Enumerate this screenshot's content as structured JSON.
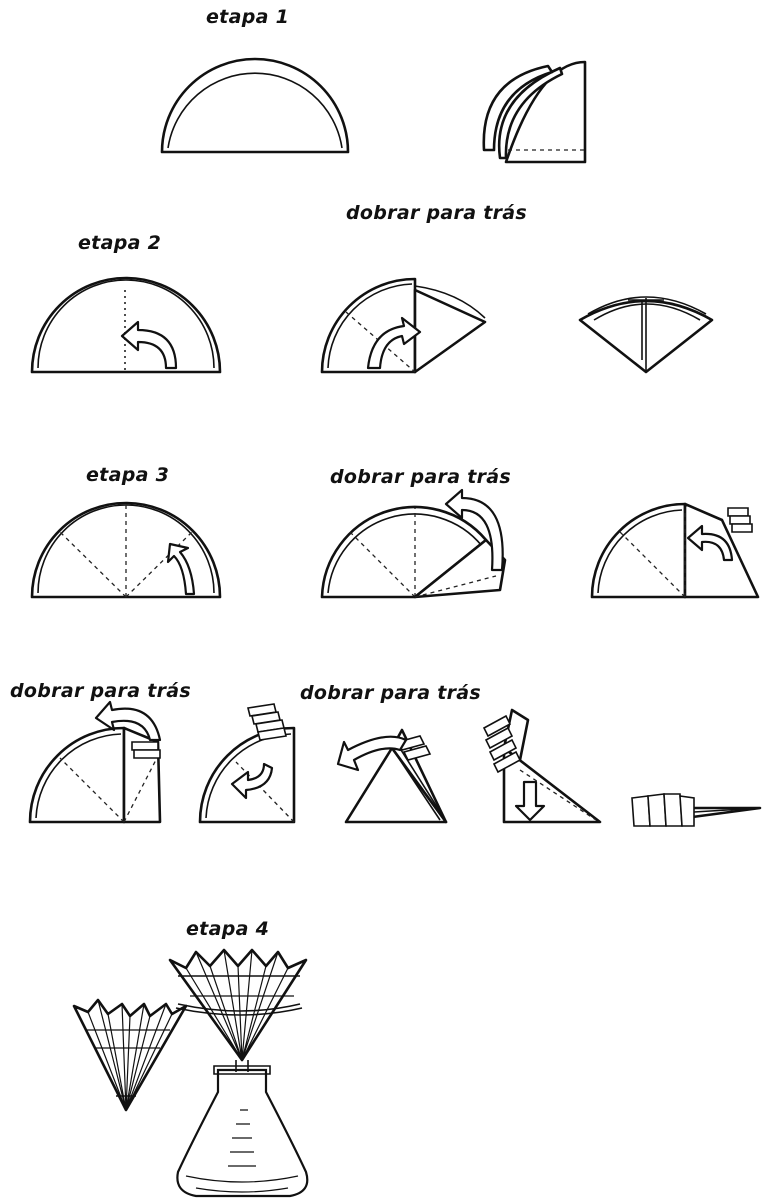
{
  "labels": {
    "etapa1": "etapa 1",
    "etapa2": "etapa 2",
    "etapa3": "etapa 3",
    "etapa4": "etapa 4",
    "dobrar_a": "dobrar para trás",
    "dobrar_b": "dobrar para trás",
    "dobrar_c": "dobrar para trás",
    "dobrar_d": "dobrar para trás"
  }
}
